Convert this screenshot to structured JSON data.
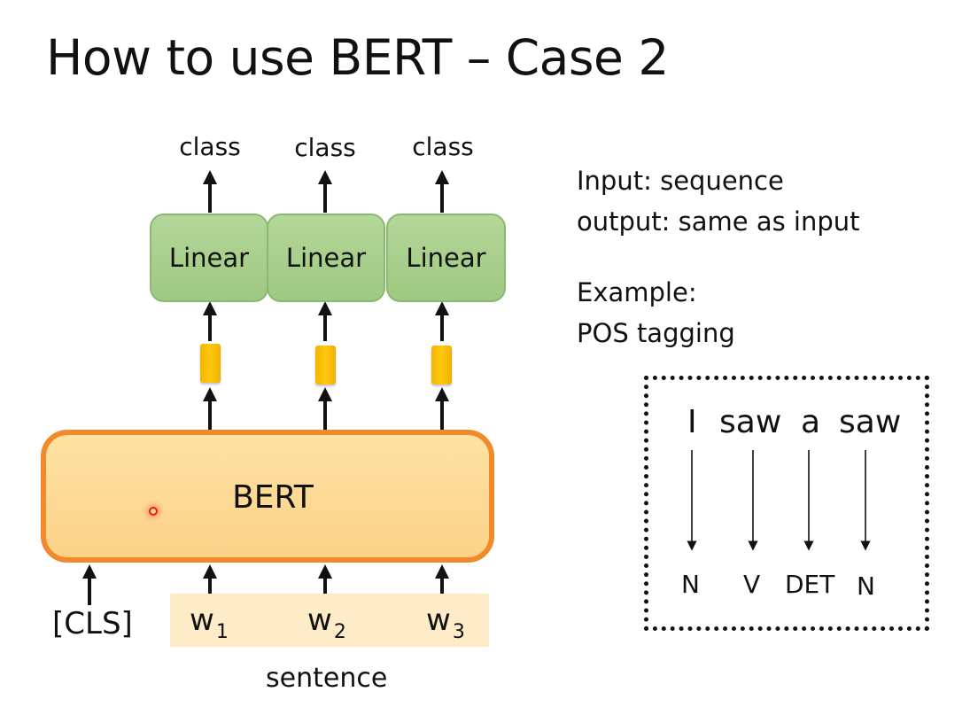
{
  "slide": {
    "title": "How to use BERT – Case 2"
  },
  "diagram": {
    "outputs": [
      "class",
      "class",
      "class"
    ],
    "linear_layers": [
      "Linear",
      "Linear",
      "Linear"
    ],
    "encoder_label": "BERT",
    "cls_token": "[CLS]",
    "tokens": [
      {
        "base": "w",
        "sub": "1"
      },
      {
        "base": "w",
        "sub": "2"
      },
      {
        "base": "w",
        "sub": "3"
      }
    ],
    "sentence_label": "sentence",
    "colors": {
      "linear_fill": "#a9d08e",
      "vector_fill": "#ffc000",
      "bert_fill": "#fdd98f",
      "bert_border": "#f08a2a",
      "sentence_band": "#fdecc7",
      "pointer": "#e31a1a"
    }
  },
  "description": {
    "input_line": "Input: sequence",
    "output_line": "output: same as input",
    "example_heading": "Example:",
    "example_name": "POS tagging"
  },
  "pos_example": {
    "words": [
      "I",
      "saw",
      "a",
      "saw"
    ],
    "tags": [
      "N",
      "V",
      "DET",
      "N"
    ]
  }
}
